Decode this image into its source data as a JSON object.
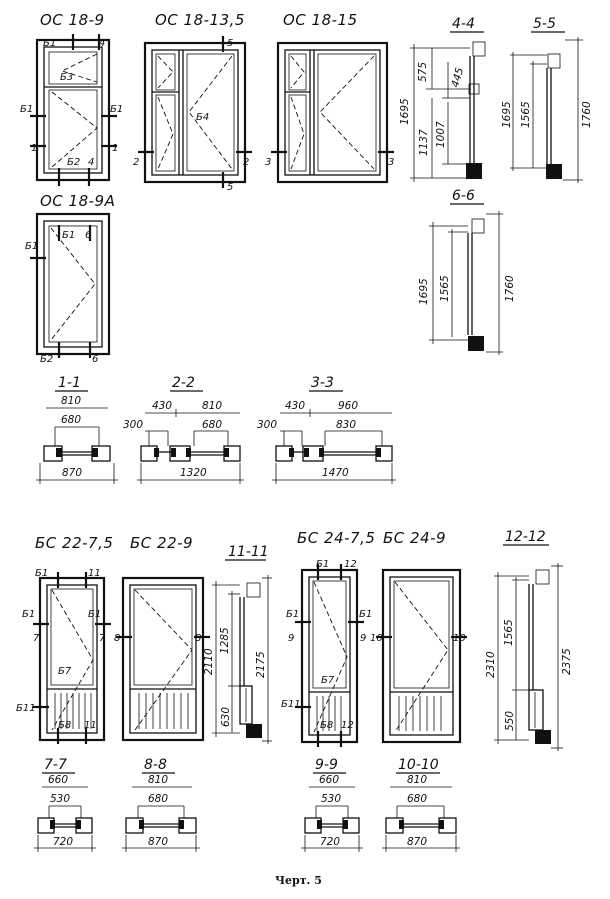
{
  "titles": {
    "os_18_9": "ОС 18-9",
    "os_18_13_5": "ОС 18-13,5",
    "os_18_15": "ОС 18-15",
    "os_18_9a": "ОС 18-9А",
    "bs_22_7_5": "БС 22-7,5",
    "bs_22_9": "БС 22-9",
    "bs_24_7_5": "БС 24-7,5",
    "bs_24_9": "БС 24-9"
  },
  "sections": {
    "s1": "1-1",
    "s2": "2-2",
    "s3": "3-3",
    "s4": "4-4",
    "s5": "5-5",
    "s6": "6-6",
    "s7": "7-7",
    "s8": "8-8",
    "s9": "9-9",
    "s10": "10-10",
    "s11": "11-11",
    "s12": "12-12"
  },
  "marks": {
    "b1": "Б1",
    "b2": "Б2",
    "b3": "Б3",
    "b4": "Б4",
    "b7": "Б7",
    "b8": "Б8",
    "b11": "Б11",
    "n1": "1",
    "n2": "2",
    "n3": "3",
    "n4": "4",
    "n5": "5",
    "n6": "6",
    "n7": "7",
    "n8": "8",
    "n9": "9",
    "n10": "10",
    "n11": "11",
    "n12": "12"
  },
  "dims": {
    "s44": {
      "a": "575",
      "b": "445",
      "c": "1695",
      "d": "1137",
      "e": "1007"
    },
    "s55": {
      "a": "1695",
      "b": "1565",
      "c": "1760"
    },
    "s66": {
      "a": "1695",
      "b": "1565",
      "c": "1760"
    },
    "s11": {
      "a": "810",
      "b": "680",
      "c": "870"
    },
    "s22": {
      "a": "430",
      "b": "810",
      "c": "300",
      "d": "680",
      "e": "1320"
    },
    "s33": {
      "a": "430",
      "b": "960",
      "c": "300",
      "d": "830",
      "e": "1470"
    },
    "s1111": {
      "a": "1285",
      "b": "2110",
      "c": "2175",
      "d": "630"
    },
    "s1212": {
      "a": "1565",
      "b": "2310",
      "c": "2375",
      "d": "550"
    },
    "s77": {
      "a": "660",
      "b": "530",
      "c": "720"
    },
    "s88": {
      "a": "810",
      "b": "680",
      "c": "870"
    },
    "s99": {
      "a": "660",
      "b": "530",
      "c": "720"
    },
    "s1010": {
      "a": "810",
      "b": "680",
      "c": "870"
    }
  },
  "caption": "Черт. 5"
}
